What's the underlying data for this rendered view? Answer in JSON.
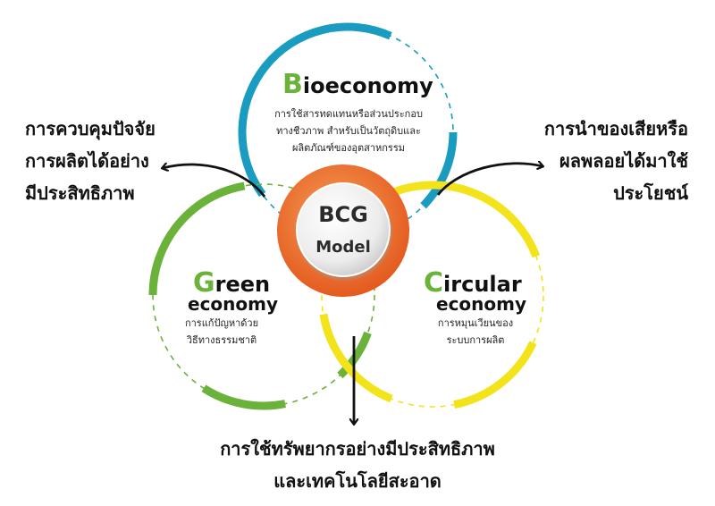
{
  "bio": {
    "initial": "B",
    "rest": "ioeconomy",
    "desc": [
      "การใช้สารทดแทนหรือส่วนประกอบ",
      "ทางชีวภาพ สำหรับเป็นวัตถุดิบและ",
      "ผลิตภัณฑ์ของอุตสาหกรรม"
    ]
  },
  "green": {
    "initial": "G",
    "rest": "reen",
    "sub": "economy",
    "desc": [
      "การแก้ปัญหาด้วย",
      "วิธีทางธรรมชาติ"
    ]
  },
  "circular": {
    "initial": "C",
    "rest": "ircular",
    "sub": "economy",
    "desc": [
      "การหมุนเวียนของ",
      "ระบบการผลิต"
    ]
  },
  "center": {
    "line1": "BCG",
    "line2": "Model"
  },
  "left_note": [
    "การควบคุมปัจจัย",
    "การผลิตได้อย่าง",
    "มีประสิทธิภาพ"
  ],
  "right_note": [
    "การนำของเสียหรือ",
    "ผลพลอยได้มาใช้",
    "ประโยชน์"
  ],
  "bottom_note": [
    "การใช้ทรัพยากรอย่างมีประสิทธิภาพ",
    "และเทคโนโลยีสะอาด"
  ],
  "colors": {
    "blue": "#1a9cc0",
    "green": "#6ab23a",
    "yellow": "#f2e31a",
    "orange": "#ec6a2c"
  }
}
